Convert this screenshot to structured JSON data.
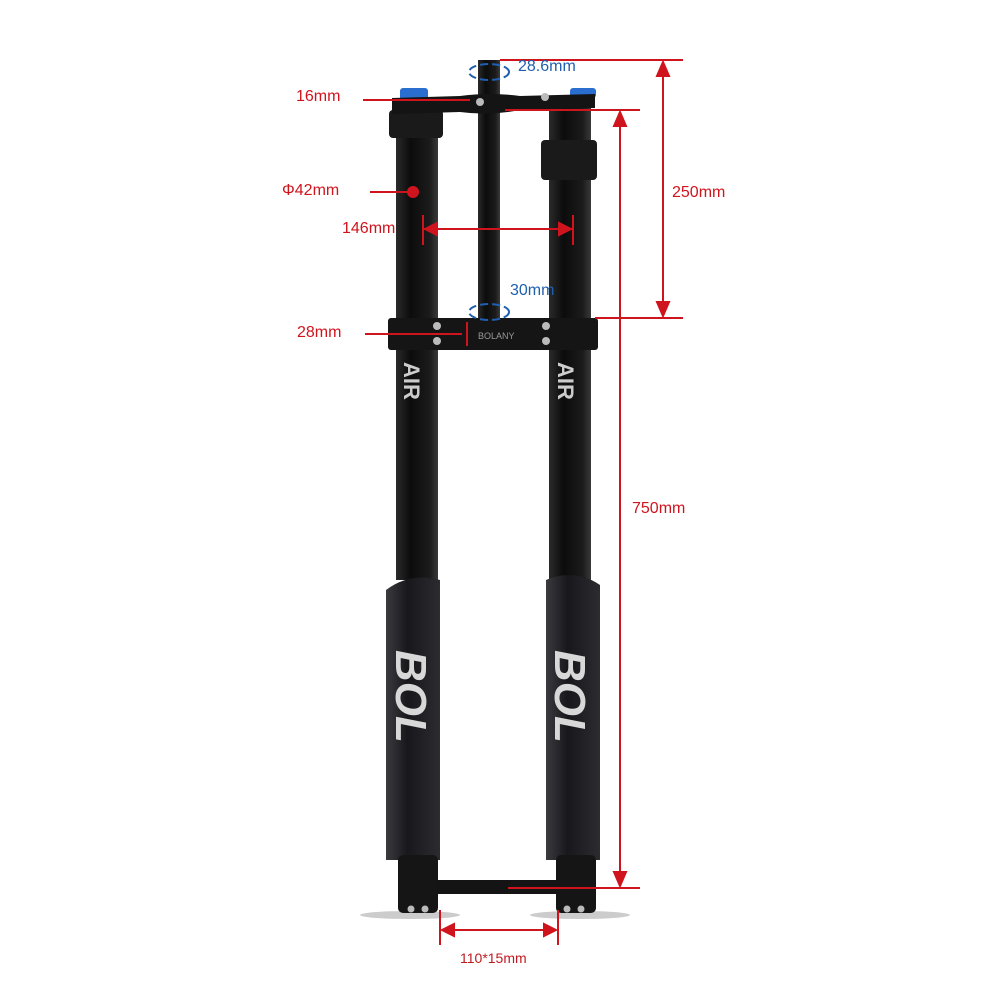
{
  "product": {
    "crown_logo": "BOLANY",
    "leg_logo_upper": "AIR",
    "leg_logo_lower": "BOL"
  },
  "dimensions": {
    "steerer_top": "28.6mm",
    "top_crown_thickness": "16mm",
    "stanchion_diameter": "Φ42mm",
    "stanchion_spacing": "146mm",
    "crown_to_steerer_top": "250mm",
    "steerer_bottom": "30mm",
    "bottom_crown_thickness": "28mm",
    "axle_to_crown": "750mm",
    "axle": "110*15mm"
  },
  "colors": {
    "annotation": "#d0141e",
    "steerer_annotation": "#1f5fae",
    "fork": "#111111",
    "cap": "#2a6fd0"
  }
}
